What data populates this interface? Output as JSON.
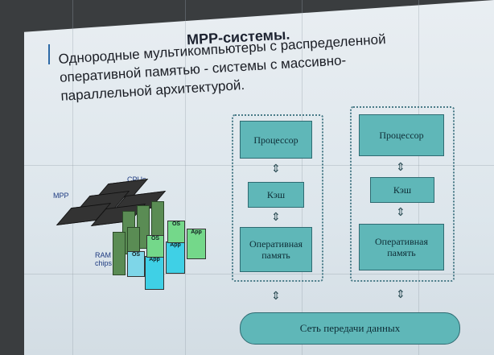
{
  "title": "МРР-системы.",
  "subtitle": "Однородные мультикомпьютеры с распределенной оперативной памятью - системы с массивно-параллельной архитектурой.",
  "illustration": {
    "mpp_label": "MPP",
    "cpus_label": "CPUs",
    "ram_label": "RAM chips",
    "os_label": "OS",
    "app_label": "App"
  },
  "nodes": [
    {
      "processor": "Процессор",
      "cache": "Кэш",
      "memory": "Оперативная память"
    },
    {
      "processor": "Процессор",
      "cache": "Кэш",
      "memory": "Оперативная память"
    }
  ],
  "network": "Сеть передачи данных",
  "colors": {
    "box": "#5fb7b8",
    "accent": "#2d6aa6",
    "text": "#1a1d24"
  }
}
